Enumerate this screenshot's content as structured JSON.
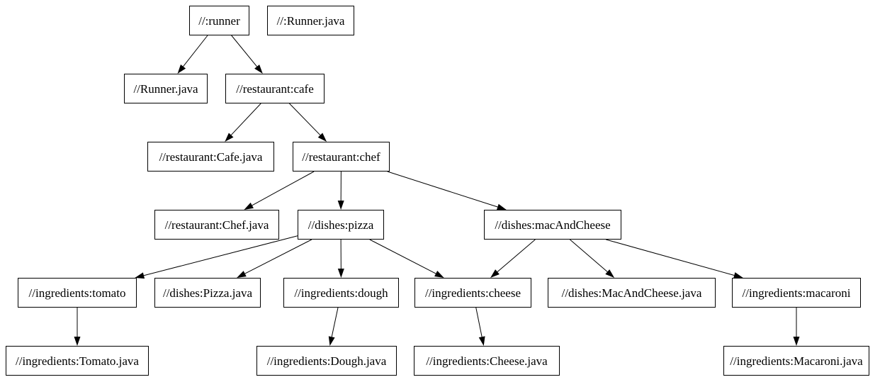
{
  "diagram": {
    "type": "dependency-graph",
    "background": "#ffffff",
    "node_fill": "#ffffff",
    "node_border_color": "#000000",
    "edge_color": "#000000",
    "nodes": [
      {
        "id": "runner",
        "label": "//:runner"
      },
      {
        "id": "runner_java_root",
        "label": "//:Runner.java"
      },
      {
        "id": "runner_java",
        "label": "//Runner.java"
      },
      {
        "id": "cafe",
        "label": "//restaurant:cafe"
      },
      {
        "id": "cafe_java",
        "label": "//restaurant:Cafe.java"
      },
      {
        "id": "chef",
        "label": "//restaurant:chef"
      },
      {
        "id": "chef_java",
        "label": "//restaurant:Chef.java"
      },
      {
        "id": "pizza",
        "label": "//dishes:pizza"
      },
      {
        "id": "mac_and_cheese",
        "label": "//dishes:macAndCheese"
      },
      {
        "id": "tomato",
        "label": "//ingredients:tomato"
      },
      {
        "id": "pizza_java",
        "label": "//dishes:Pizza.java"
      },
      {
        "id": "dough",
        "label": "//ingredients:dough"
      },
      {
        "id": "cheese",
        "label": "//ingredients:cheese"
      },
      {
        "id": "mac_and_cheese_java",
        "label": "//dishes:MacAndCheese.java"
      },
      {
        "id": "macaroni",
        "label": "//ingredients:macaroni"
      },
      {
        "id": "tomato_java",
        "label": "//ingredients:Tomato.java"
      },
      {
        "id": "dough_java",
        "label": "//ingredients:Dough.java"
      },
      {
        "id": "cheese_java",
        "label": "//ingredients:Cheese.java"
      },
      {
        "id": "macaroni_java",
        "label": "//ingredients:Macaroni.java"
      }
    ],
    "edges": [
      {
        "from": "runner",
        "to": "runner_java"
      },
      {
        "from": "runner",
        "to": "cafe"
      },
      {
        "from": "cafe",
        "to": "cafe_java"
      },
      {
        "from": "cafe",
        "to": "chef"
      },
      {
        "from": "chef",
        "to": "chef_java"
      },
      {
        "from": "chef",
        "to": "pizza"
      },
      {
        "from": "chef",
        "to": "mac_and_cheese"
      },
      {
        "from": "pizza",
        "to": "tomato"
      },
      {
        "from": "pizza",
        "to": "pizza_java"
      },
      {
        "from": "pizza",
        "to": "dough"
      },
      {
        "from": "pizza",
        "to": "cheese"
      },
      {
        "from": "mac_and_cheese",
        "to": "cheese"
      },
      {
        "from": "mac_and_cheese",
        "to": "mac_and_cheese_java"
      },
      {
        "from": "mac_and_cheese",
        "to": "macaroni"
      },
      {
        "from": "tomato",
        "to": "tomato_java"
      },
      {
        "from": "dough",
        "to": "dough_java"
      },
      {
        "from": "cheese",
        "to": "cheese_java"
      },
      {
        "from": "macaroni",
        "to": "macaroni_java"
      }
    ]
  }
}
